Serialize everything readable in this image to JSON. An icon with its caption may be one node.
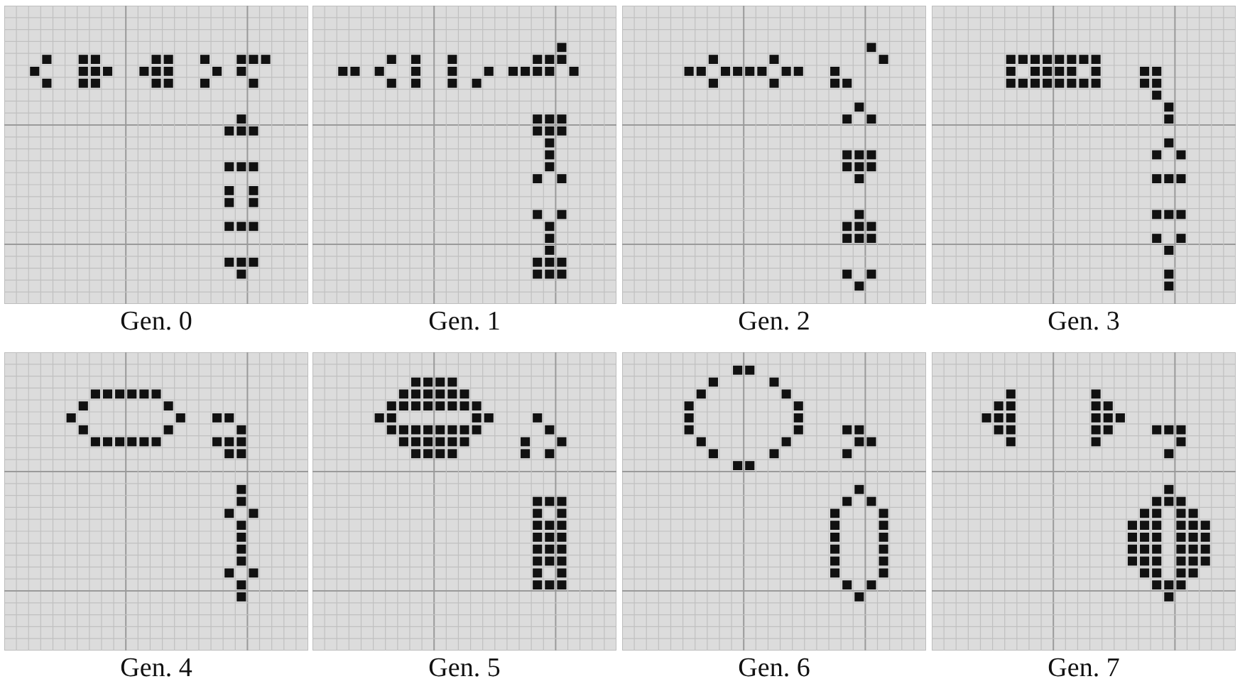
{
  "diagram": {
    "nodes": [
      {
        "text": [
          "Gen. 0"
        ]
      },
      {
        "text": [
          "Gen. 1"
        ]
      },
      {
        "text": [
          "Gen. 2"
        ]
      },
      {
        "text": [
          "Gen. 3"
        ]
      },
      {
        "text": [
          "Gen. 4"
        ]
      },
      {
        "text": [
          "Gen. 5"
        ]
      },
      {
        "text": [
          "Gen. 6"
        ]
      },
      {
        "text": [
          "Gen. 7"
        ]
      }
    ]
  }
}
